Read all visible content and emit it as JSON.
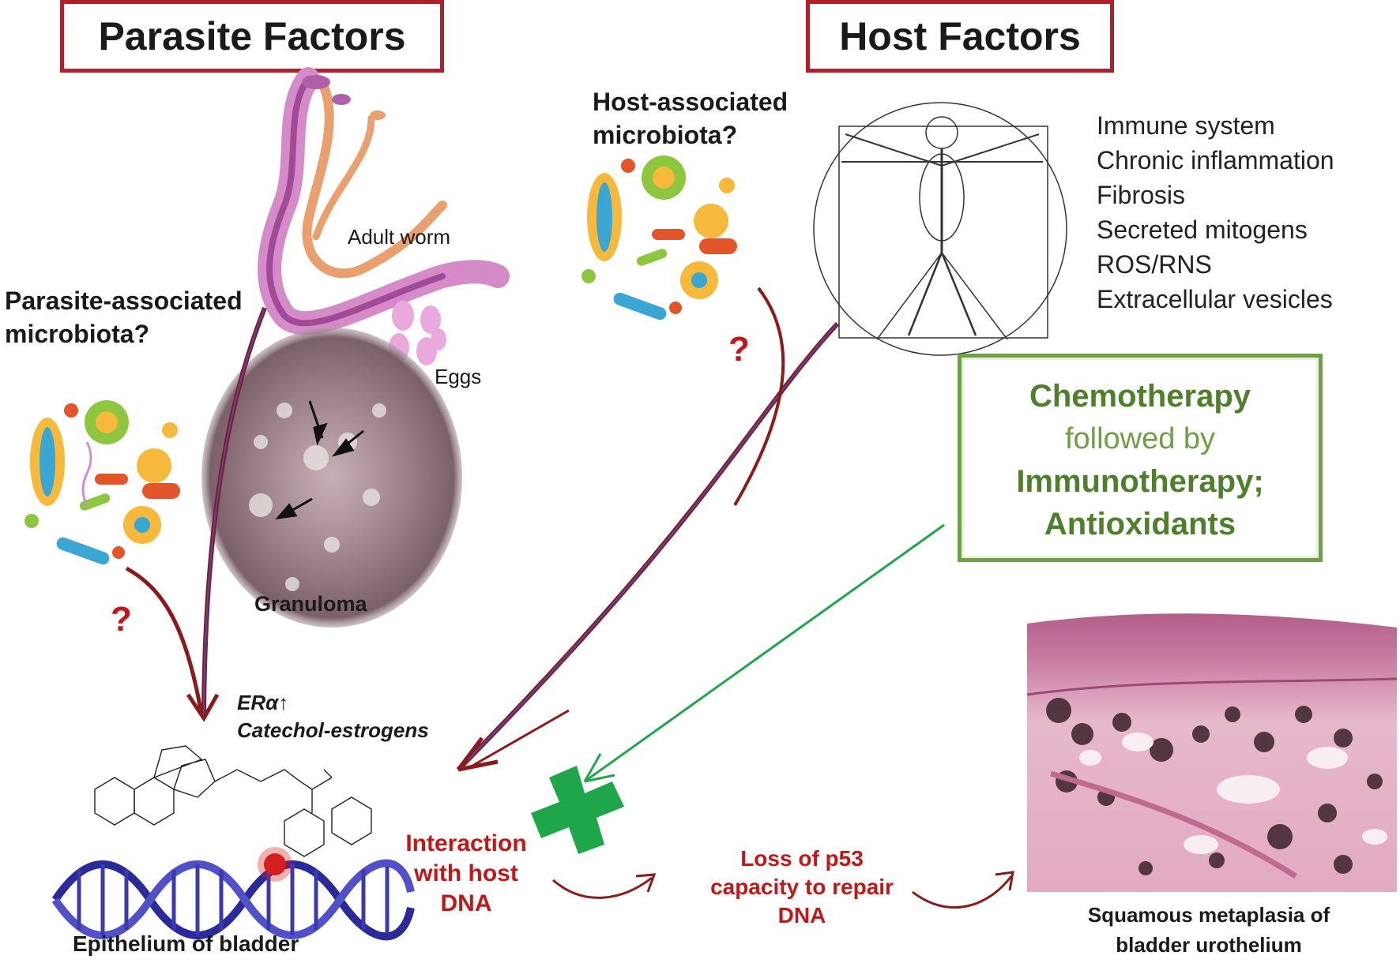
{
  "parasite": {
    "title": "Parasite Factors",
    "microbiota_label_line1": "Parasite-associated",
    "microbiota_label_line2": "microbiota?",
    "adult_worm_label": "Adult worm",
    "eggs_label": "Eggs",
    "granuloma_label": "Granuloma",
    "question_mark": "?"
  },
  "host": {
    "title": "Host Factors",
    "microbiota_label_line1": "Host-associated",
    "microbiota_label_line2": "microbiota?",
    "question_mark": "?",
    "factors": [
      "Immune  system",
      "Chronic  inflammation",
      "Fibrosis",
      "Secreted  mitogens",
      "ROS/RNS",
      "Extracellular  vesicles"
    ]
  },
  "treatment": {
    "line1": "Chemotherapy",
    "line2": "followed  by",
    "line3": "Immunotherapy;",
    "line4": "Antioxidants"
  },
  "molecular": {
    "er_label": "ERα↑",
    "catechol_label": "Catechol-estrogens",
    "epithelium_label": "Epithelium  of bladder"
  },
  "outcomes": {
    "interaction_line1": "Interaction",
    "interaction_line2": "with host",
    "interaction_line3": "DNA",
    "p53_line1": "Loss of p53",
    "p53_line2": "capacity to repair",
    "p53_line3": "DNA",
    "metaplasia_line1": "Squamous  metaplasia of",
    "metaplasia_line2": "bladder urothelium"
  },
  "colors": {
    "title_border": "#b0202a",
    "arrow_red": "#8b1a1a",
    "text_red": "#c01818",
    "treatment_green": "#4f7f2a",
    "plus_green": "#1fa64a",
    "dna_blue": "#2a2a9a"
  }
}
